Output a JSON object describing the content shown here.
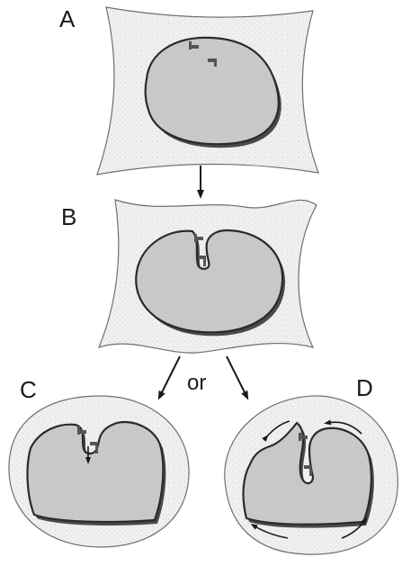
{
  "panels": {
    "a": {
      "label": "A"
    },
    "b": {
      "label": "B"
    },
    "c": {
      "label": "C"
    },
    "d": {
      "label": "D"
    }
  },
  "connector": "or",
  "colors": {
    "background": "#ffffff",
    "ecm_fill": "#efefef",
    "ecm_stroke": "#6f6f6f",
    "cell_fill": "#c9c9c9",
    "cell_stroke": "#2a2a2a",
    "shadow": "#4a4a4a",
    "marker": "#555555",
    "arrow": "#1a1a1a"
  }
}
